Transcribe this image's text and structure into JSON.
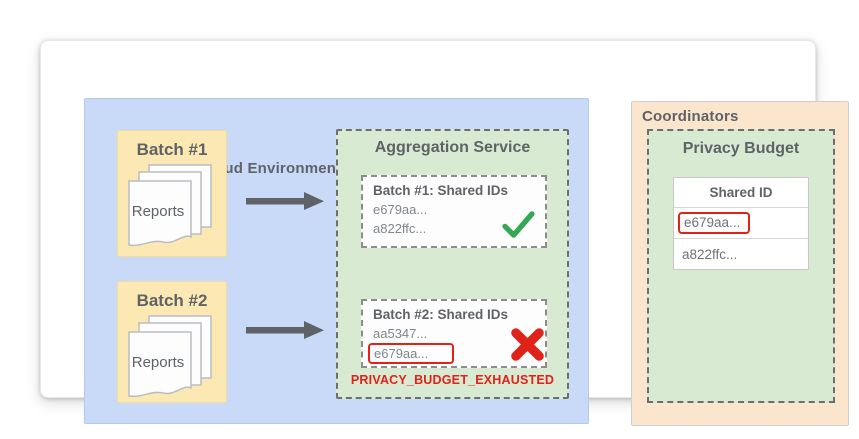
{
  "colors": {
    "environment_bg": "#C9DAF8",
    "batch_bg": "#FCE8B2",
    "service_bg": "#D9EAD3",
    "coordinators_bg": "#FCE5CD",
    "accent_red": "#E02219",
    "accent_green": "#34A853",
    "text_dark": "#5F6368",
    "text_muted": "#7F868C",
    "arrow_gray": "#5F6368"
  },
  "adtech": {
    "title": "Ad-tech Cloud Environment",
    "batches": [
      {
        "label": "Batch #1",
        "doc_label": "Reports"
      },
      {
        "label": "Batch #2",
        "doc_label": "Reports"
      }
    ],
    "aggregation": {
      "title": "Aggregation Service",
      "results": [
        {
          "title": "Batch #1: Shared IDs",
          "ids": [
            "e679aa...",
            "a822ffc..."
          ],
          "status": "success",
          "status_icon": "green-checkmark"
        },
        {
          "title": "Batch #2: Shared IDs",
          "ids": [
            "aa5347...",
            "e679aa..."
          ],
          "highlighted_id": "e679aa...",
          "status": "error",
          "status_icon": "red-x"
        }
      ],
      "error_label": "PRIVACY_BUDGET_EXHAUSTED"
    }
  },
  "coordinators": {
    "title": "Coordinators",
    "privacy_budget": {
      "title": "Privacy Budget",
      "table": {
        "header": "Shared ID",
        "rows": [
          {
            "id": "e679aa...",
            "highlighted": true
          },
          {
            "id": "a822ffc...",
            "highlighted": false
          }
        ]
      }
    }
  },
  "icons": {
    "arrow": "right-arrow",
    "documents": "document-stack",
    "success": "green-checkmark",
    "failure": "red-x"
  }
}
